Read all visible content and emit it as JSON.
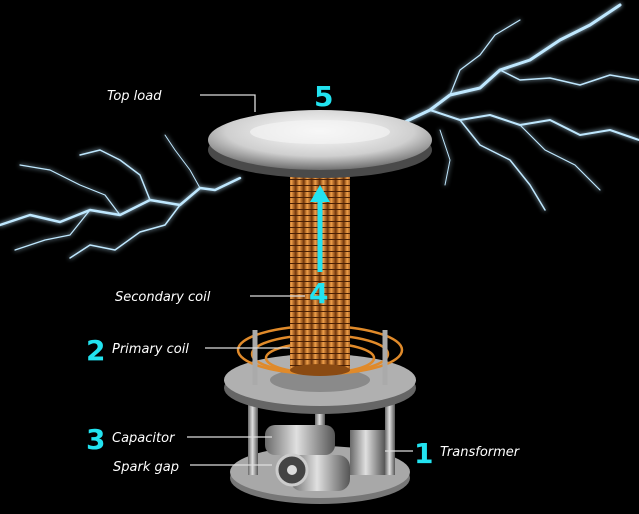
{
  "title": "Tesla coil components",
  "colors": {
    "number": "#22e3f0",
    "coil": "#e08a2a",
    "metal": "#b8b8b8",
    "lightning": "#bfe8ff"
  },
  "labels": {
    "top_load": {
      "number": "5",
      "text": "Top load"
    },
    "secondary_coil": {
      "number": "4",
      "text": "Secondary coil"
    },
    "primary_coil": {
      "number": "2",
      "text": "Primary coil"
    },
    "capacitor": {
      "number": "3",
      "text": "Capacitor"
    },
    "spark_gap": {
      "text": "Spark gap"
    },
    "transformer": {
      "number": "1",
      "text": "Transformer"
    }
  }
}
